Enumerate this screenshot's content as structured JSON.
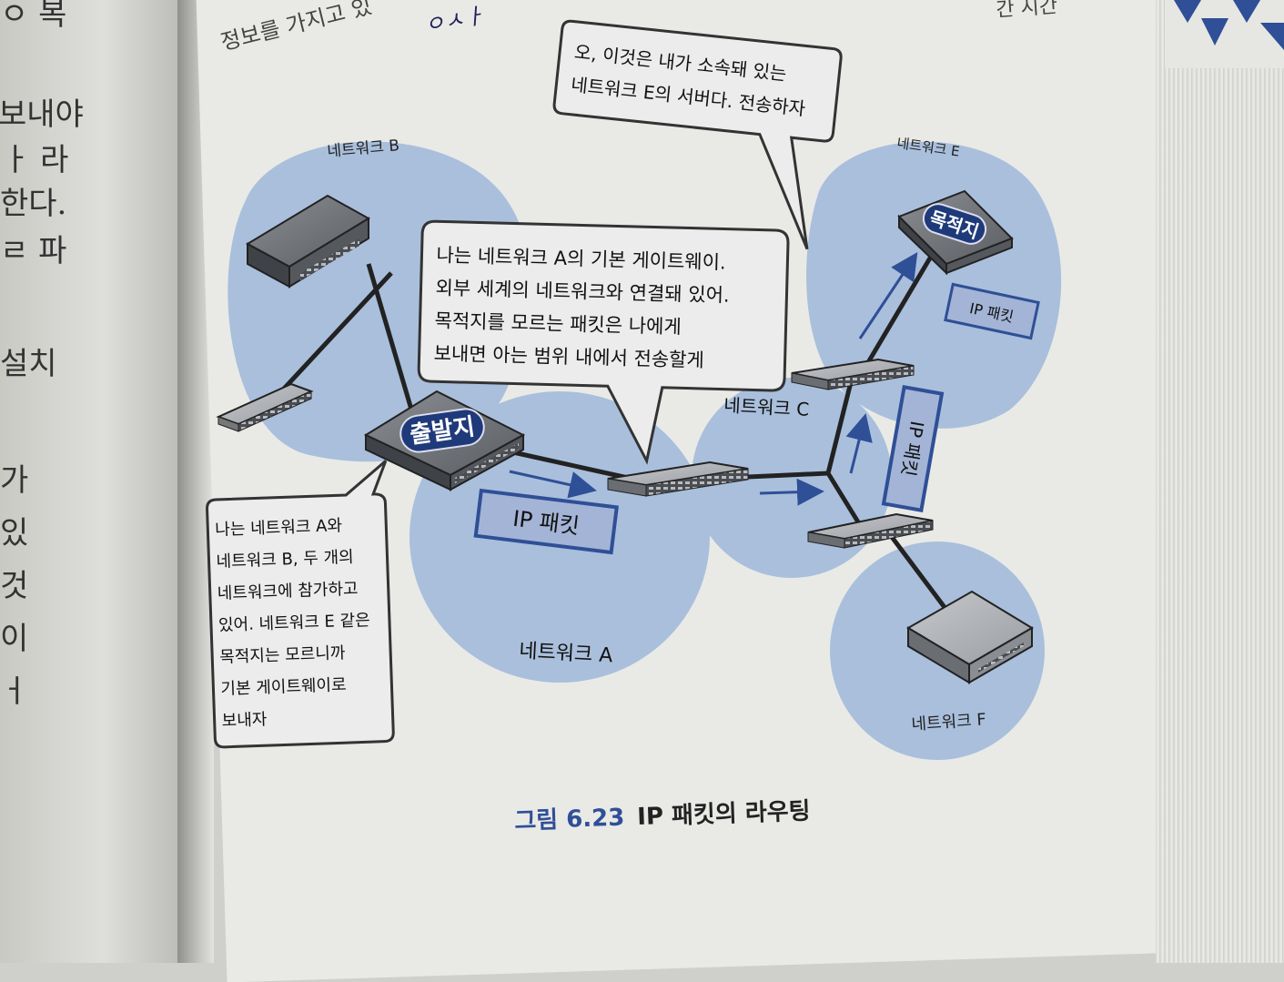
{
  "left_page": {
    "fragments": [
      "ㅇ 복",
      "보내야",
      "ㅏ 라",
      "한다.",
      "ㄹ 파",
      "설치",
      "가",
      "있",
      "것",
      "이",
      "ㅓ"
    ]
  },
  "top_text": {
    "left": "정보를 가지고 있",
    "right": "간 시간"
  },
  "handwriting": "ㅇㅅㅏ",
  "networks": {
    "a": "네트워크 A",
    "b": "네트워크 B",
    "c": "네트워크 C",
    "e": "네트워크 E",
    "f": "네트워크 F"
  },
  "labels": {
    "source": "출발지",
    "destination": "목적지",
    "packet": "IP 패킷"
  },
  "bubbles": {
    "router_e": [
      "오, 이것은 내가 소속돼 있는",
      "네트워크 E의 서버다. 전송하자"
    ],
    "gateway": [
      "나는 네트워크 A의 기본 게이트웨이.",
      "외부 세계의 네트워크와 연결돼 있어.",
      "목적지를 모르는 패킷은 나에게",
      "보내면 아는 범위 내에서 전송할게"
    ],
    "source": [
      "나는 네트워크 A와",
      "네트워크 B, 두 개의",
      "네트워크에 참가하고",
      "있어. 네트워크 E 같은",
      "목적지는 모르니까",
      "기본 게이트웨이로",
      "보내자"
    ]
  },
  "caption": {
    "number": "그림 6.23",
    "title": "IP 패킷의 라우팅"
  },
  "colors": {
    "network_blob": "#a9bfdc",
    "accent_blue": "#2f4f96",
    "label_bg": "#1f3a7a",
    "packet_fill": "#a3b4d6"
  }
}
